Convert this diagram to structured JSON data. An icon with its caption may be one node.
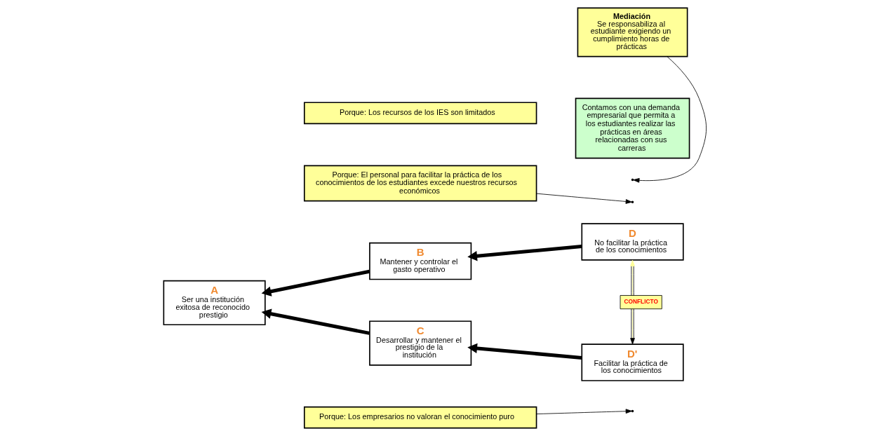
{
  "diagram": {
    "nodes": [
      {
        "text": [
          "Porque: Los recursos de los IES son limitados"
        ]
      },
      {
        "text": [
          "Porque: El personal para facilitar la práctica de los conocimientos de los estudiantes excede nuestros recursos económicos"
        ]
      },
      {
        "text": [
          "B",
          "Mantener y controlar el gasto operativo"
        ]
      },
      {
        "text": [
          "D",
          "No facilitar la práctica de los conocimientos"
        ]
      },
      {
        "text": [
          "Mediación",
          "Se responsabiliza al estudiante exigiendo un cumplimiento horas de prácticas"
        ]
      },
      {
        "text": [
          "A",
          "Ser una institución exitosa de reconocido prestigio"
        ]
      },
      {
        "text": [
          "C",
          "Desarrollar y mantener el prestigio de la institución"
        ]
      },
      {
        "text": [
          "D'",
          "Facilitar la práctica de los conocimientos"
        ]
      },
      {
        "text": [
          "Contamos con una demanda empresarial que permita a los estudiantes realizar las prácticas en áreas relacionadas con sus carreras"
        ]
      },
      {
        "text": [
          "Porque: Los empresarios no valoran el conocimiento puro"
        ]
      }
    ],
    "edges": [
      {
        "from": 3,
        "to": 2,
        "arrow": "to",
        "style": "thick"
      },
      {
        "from": 2,
        "to": 5,
        "arrow": "to",
        "style": "thick"
      },
      {
        "from": 7,
        "to": 6,
        "arrow": "to",
        "style": "thick"
      },
      {
        "from": 6,
        "to": 5,
        "arrow": "to",
        "style": "thick"
      },
      {
        "from": 1,
        "to": null,
        "arrow": "to"
      },
      {
        "from": 9,
        "to": null,
        "arrow": "to"
      },
      {
        "from": 3,
        "to": 7,
        "arrow": "both",
        "label": "CONFLICTO"
      },
      {
        "from": 4,
        "to": null,
        "arrow": "to"
      }
    ]
  }
}
